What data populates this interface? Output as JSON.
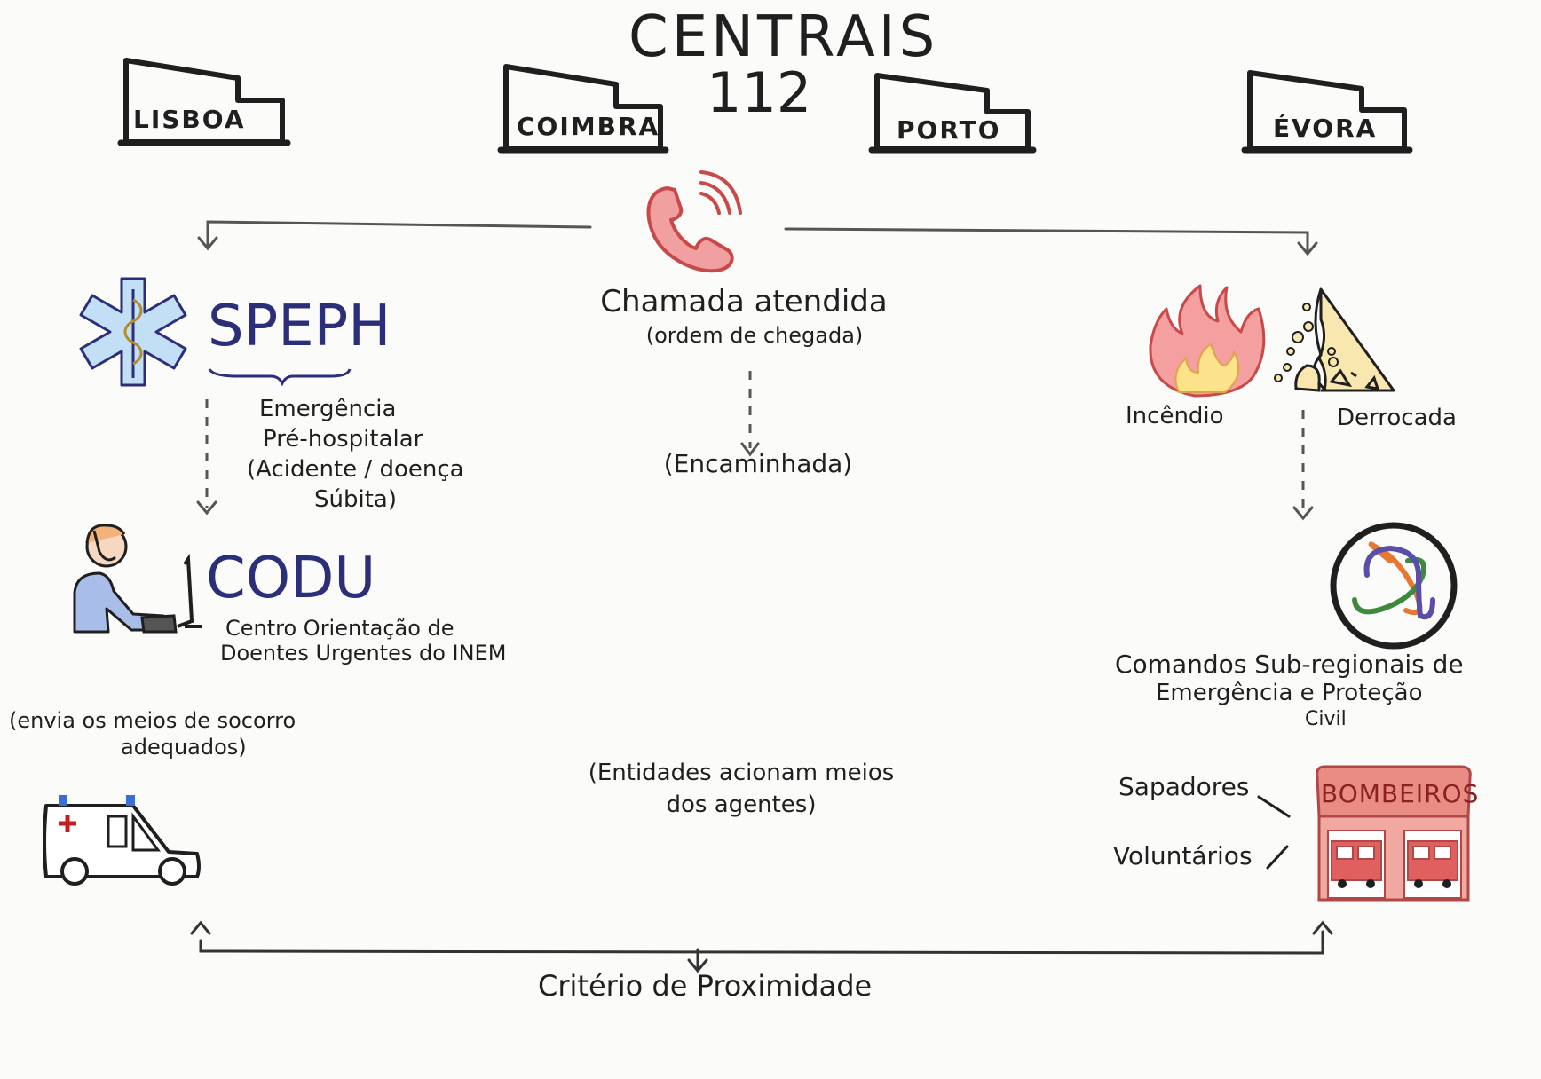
{
  "header": {
    "title": "CENTRAIS",
    "number": "112"
  },
  "buildings": [
    "LISBOA",
    "COIMBRA",
    "PORTO",
    "ÉVORA"
  ],
  "call": {
    "label": "Chamada atendida",
    "note": "(ordem de chegada)",
    "forwarded": "(Encaminhada)"
  },
  "speph": {
    "acronym": "SPEPH",
    "line1": "Emergência",
    "line2": "Pré-hospitalar",
    "line3": "(Acidente / doença",
    "line4": "Súbita)"
  },
  "codu": {
    "acronym": "CODU",
    "line1": "Centro Orientação de",
    "line2": "Doentes Urgentes do INEM"
  },
  "dispatch": {
    "line1": "(envia os meios de socorro",
    "line2": "adequados)"
  },
  "entities": {
    "line1": "(Entidades acionam meios",
    "line2": "dos agentes)"
  },
  "hazards": {
    "fire": "Incêndio",
    "collapse": "Derrocada"
  },
  "civil": {
    "line1": "Comandos Sub-regionais de",
    "line2": "Emergência e Proteção",
    "line3": "Civil"
  },
  "firefighters": {
    "station": "BOMBEIROS",
    "type1": "Sapadores",
    "type2": "Voluntários"
  },
  "footer": {
    "criterion": "Critério de Proximidade"
  },
  "colors": {
    "ink": "#1f1f1f",
    "blue": "#2b2f7a",
    "phone": "#e06b6b",
    "fire": "#f08070",
    "brick": "#d9706a"
  }
}
